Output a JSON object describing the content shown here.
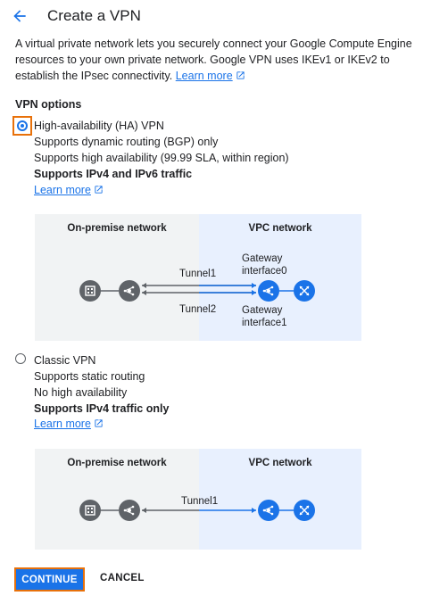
{
  "header": {
    "title": "Create a VPN"
  },
  "intro": {
    "text": "A virtual private network lets you securely connect your Google Compute Engine resources to your own private network. Google VPN uses IKEv1 or IKEv2 to establish the IPsec connectivity.",
    "learn_more": "Learn more"
  },
  "vpn_options": {
    "heading": "VPN options",
    "ha": {
      "label": "High-availability (HA) VPN",
      "selected": true,
      "lines": [
        "Supports dynamic routing (BGP) only",
        "Supports high availability (99.99 SLA, within region)"
      ],
      "bold_line": "Supports IPv4 and IPv6 traffic",
      "learn_more": "Learn more",
      "diagram": {
        "left_title": "On-premise network",
        "right_title": "VPC network",
        "tunnel1": "Tunnel1",
        "tunnel2": "Tunnel2",
        "gw0": "Gateway\ninterface0",
        "gw1": "Gateway\ninterface1"
      }
    },
    "classic": {
      "label": "Classic VPN",
      "selected": false,
      "lines": [
        "Supports static routing",
        "No high availability"
      ],
      "bold_line": "Supports IPv4 traffic only",
      "learn_more": "Learn more",
      "diagram": {
        "left_title": "On-premise network",
        "right_title": "VPC network",
        "tunnel1": "Tunnel1"
      }
    }
  },
  "actions": {
    "continue": "CONTINUE",
    "cancel": "CANCEL"
  },
  "colors": {
    "accent": "#1a73e8",
    "highlight": "#e8710a",
    "node_gray": "#5f6368"
  }
}
